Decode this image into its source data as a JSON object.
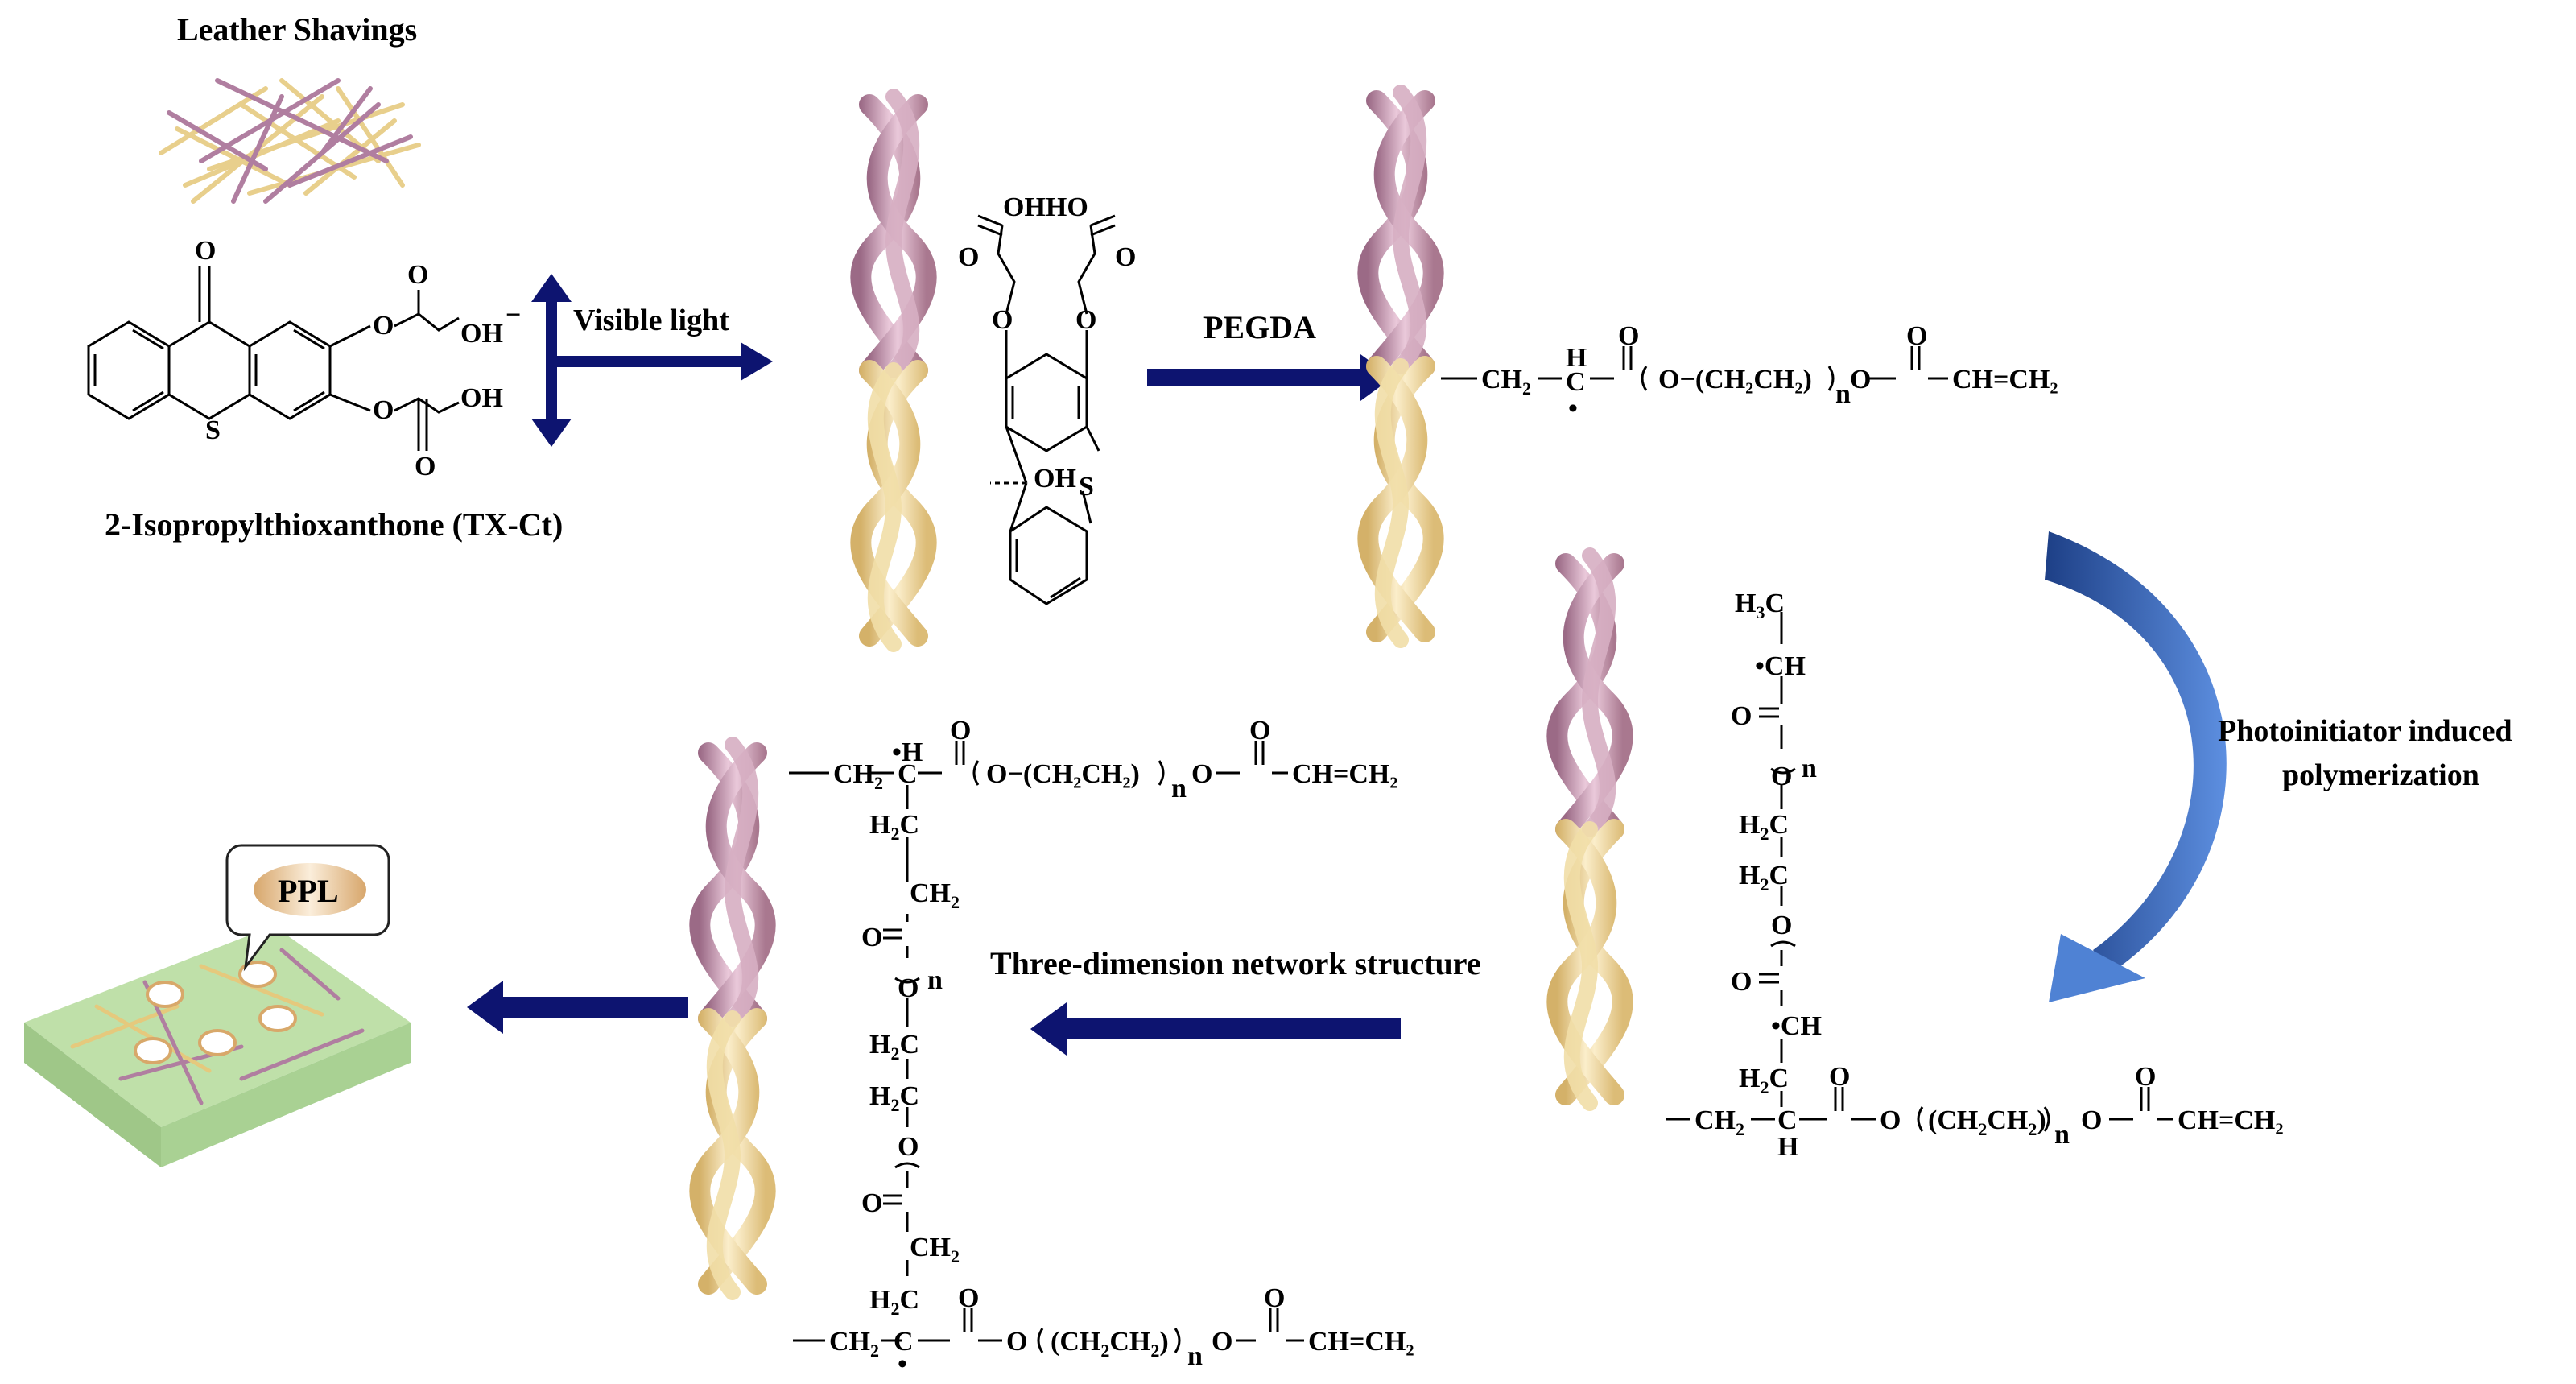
{
  "labels": {
    "leather_shavings": "Leather Shavings",
    "tx_ct_name": "2-Isopropylthioxanthone (TX-Ct)",
    "visible_light": "Visible light",
    "pegda": "PEGDA",
    "photoinitiator": "Photoinitiator induced",
    "polymerization": "polymerization",
    "network": "Three-dimension network structure",
    "ppl": "PPL"
  },
  "chem": {
    "o": "O",
    "oh": "OH",
    "ohho": "OHHO",
    "s": "S",
    "minus": "−",
    "ch2": "CH",
    "h": "H",
    "c": "C",
    "n": "n",
    "sub2": "2",
    "sub3": "3",
    "h2c": "H",
    "ch": "CH",
    "h3c": "H",
    "peg_chain": "O−(CH₂CH₂)",
    "acrylate": "CH=CH₂",
    "dot": "•"
  },
  "colors": {
    "arrow_navy": "#0d1470",
    "curved_arrow": "#3a6cc0",
    "collagen_pink": "#c08aa8",
    "collagen_yellow": "#ecd089",
    "film_green": "#b9dca4"
  }
}
